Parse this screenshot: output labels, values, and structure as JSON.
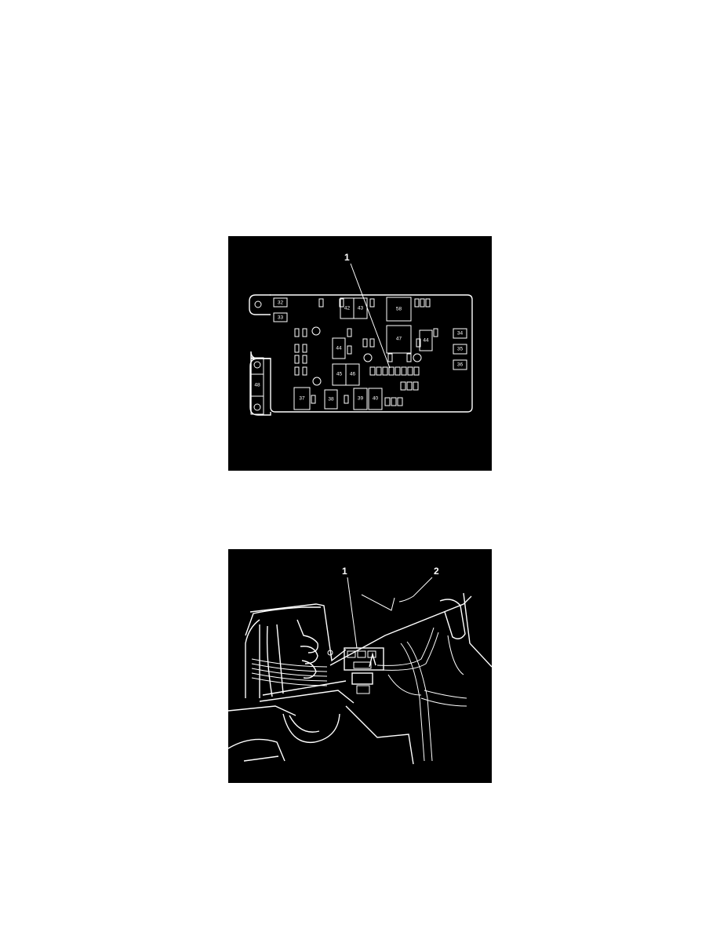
{
  "figure1": {
    "callouts": [
      "1"
    ],
    "fuse_labels": {
      "f32": "32",
      "f33": "33",
      "f34": "34",
      "f35": "35",
      "f36": "36",
      "f37": "37",
      "f38": "38",
      "f39": "39",
      "f40": "40",
      "f42": "42",
      "f43": "43",
      "f44a": "44",
      "f44b": "44",
      "f45": "45",
      "f46": "46",
      "f47": "47",
      "f48": "48",
      "f58": "58"
    }
  },
  "figure2": {
    "callouts": [
      "1",
      "2"
    ]
  }
}
